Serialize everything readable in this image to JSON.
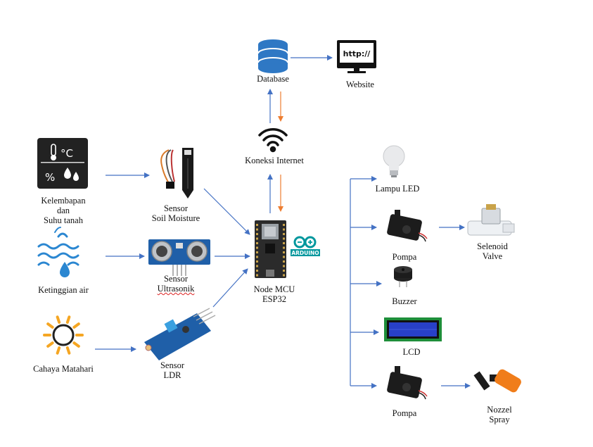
{
  "labels": {
    "kelembapan_1": "Kelembapan",
    "kelembapan_2": "dan",
    "kelembapan_3": "Suhu tanah",
    "ketinggian": "Ketinggian air",
    "cahaya": "Cahaya Matahari",
    "soil_1": "Sensor",
    "soil_2": "Soil Moisture",
    "ultra_1": "Sensor",
    "ultra_2": "Ultrasonik",
    "ldr_1": "Sensor",
    "ldr_2": "LDR",
    "database": "Database",
    "website": "Website",
    "koneksi": "Koneksi Internet",
    "mcu_1": "Node MCU",
    "mcu_2": "ESP32",
    "lampu": "Lampu LED",
    "pompa1": "Pompa",
    "selenoid_1": "Selenoid",
    "selenoid_2": "Valve",
    "buzzer": "Buzzer",
    "lcd": "LCD",
    "pompa2": "Pompa",
    "nozzel_1": "Nozzel",
    "nozzel_2": "Spray"
  },
  "icons": {
    "temp_unit": "°C",
    "percent": "%",
    "http": "http://",
    "arduino": "ARDUINO"
  },
  "colors": {
    "arrow_blue": "#4472c4",
    "arrow_orange": "#ed7d31",
    "db_blue": "#2f78c4",
    "water_blue": "#2b87d1",
    "sun_orange": "#f5a623",
    "arduino_teal": "#00979d",
    "board_dark": "#2b2b2b",
    "lcd_blue": "#2840c8",
    "lcd_green": "#1e8f3a",
    "pump_dark": "#1c1c1c"
  }
}
